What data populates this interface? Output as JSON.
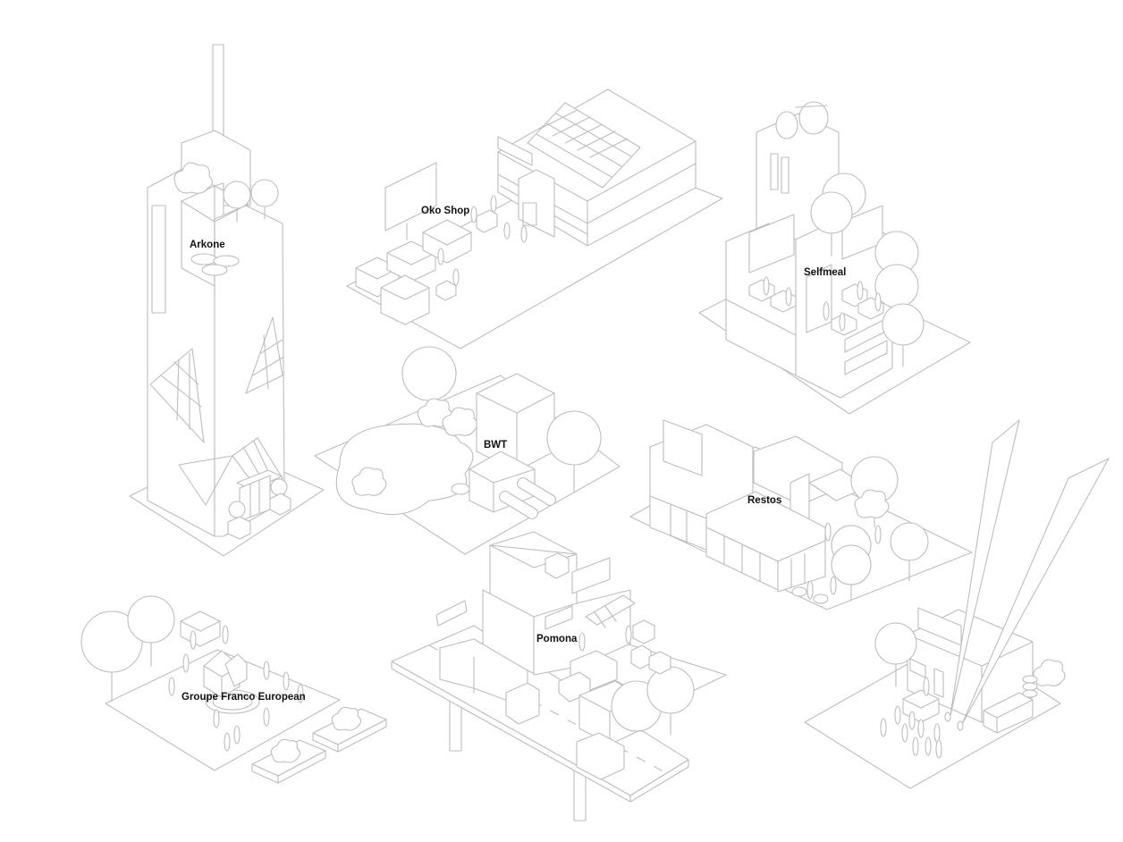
{
  "colors": {
    "line": "#bdbdbd",
    "label": "#111111",
    "background": "#ffffff"
  },
  "buildings": [
    {
      "id": "arkone",
      "label": "Arkone"
    },
    {
      "id": "oko-shop",
      "label": "Oko Shop"
    },
    {
      "id": "selfmeal",
      "label": "Selfmeal"
    },
    {
      "id": "bwt",
      "label": "BWT"
    },
    {
      "id": "restos",
      "label": "Restos"
    },
    {
      "id": "pomona",
      "label": "Pomona"
    },
    {
      "id": "groupe-franco-european",
      "label": "Groupe Franco European"
    },
    {
      "id": "unlabeled-plot",
      "label": ""
    }
  ]
}
